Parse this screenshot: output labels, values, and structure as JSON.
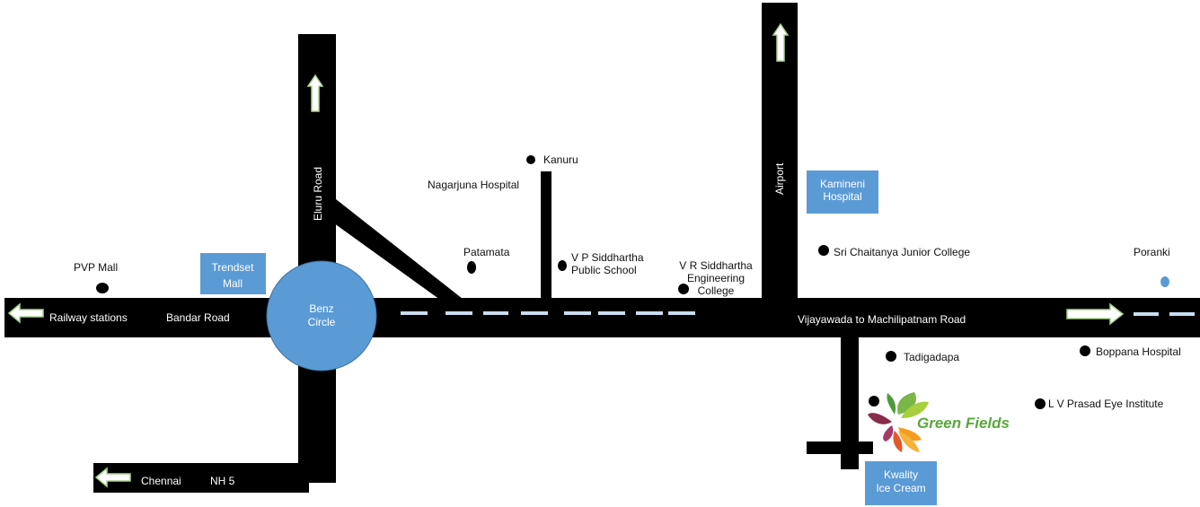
{
  "colors": {
    "road": "#000000",
    "circle": "#5b9bd5",
    "box": "#5b9bd5",
    "dash": "#c9ddf0",
    "arrow_fill": "#ffffff",
    "arrow_outline": "#a9d18e",
    "logo_green": "#5aa83a"
  },
  "roads": {
    "bandar_road": "Bandar Road",
    "railway": "Railway stations",
    "eluru_road": "Eluru Road",
    "airport": "Airport",
    "machilipatnam": "Vijayawada to Machilipatnam Road",
    "chennai": "Chennai",
    "nh5": "NH 5"
  },
  "benz_circle": {
    "line1": "Benz",
    "line2": "Circle"
  },
  "landmarks": {
    "pvp_mall": "PVP Mall",
    "trendset_l1": "Trendset",
    "trendset_l2": "Mall",
    "kanuru": "Kanuru",
    "nagarjuna": "Nagarjuna Hospital",
    "patamata": "Patamata",
    "vp_l1": "V P Siddhartha",
    "vp_l2": "Public School",
    "vr_l1": "V R Siddhartha",
    "vr_l2": "Engineering",
    "vr_l3": "College",
    "kamineni_l1": "Kamineni",
    "kamineni_l2": "Hospital",
    "sri_chaitanya": "Sri Chaitanya Junior College",
    "poranki": "Poranki",
    "tadigadapa": "Tadigadapa",
    "boppana": "Boppana Hospital",
    "lv_prasad": "L V Prasad Eye Institute",
    "kwality_l1": "Kwality",
    "kwality_l2": "Ice Cream"
  },
  "logo": {
    "text": "Green Fields"
  },
  "icons": [
    "arrow-left-icon",
    "arrow-right-icon",
    "arrow-up-icon",
    "leaf-logo-icon"
  ]
}
